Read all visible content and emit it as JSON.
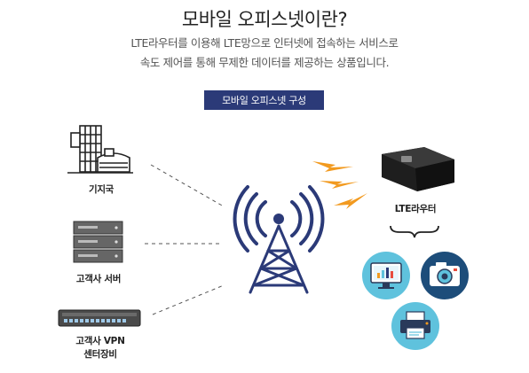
{
  "title": "모바일 오피스넷이란?",
  "subtitle": {
    "line1": "LTE라우터를 이용해 LTE망으로 인터넷에 접속하는 서비스로",
    "line2": "속도 제어를 통해 무제한 데이터를 제공하는 상품입니다."
  },
  "badge": "모바일 오피스넷 구성",
  "nodes": {
    "base_station": "기지국",
    "customer_server": "고객사 서버",
    "vpn_line1": "고객사 VPN",
    "vpn_line2": "센터장비",
    "lte_router": "LTE라우터"
  },
  "icons": {
    "base_station": "building-icon",
    "customer_server": "server-icon",
    "vpn": "network-switch-icon",
    "tower": "cell-tower-icon",
    "router": "lte-router-icon",
    "monitor": "monitor-icon",
    "camera": "camera-icon",
    "printer": "printer-icon"
  },
  "colors": {
    "badge": "#2b3a78",
    "tower": "#2b3a78",
    "signal": "#f29a1f",
    "device_circle_light": "#5fc2dd",
    "device_circle_dark": "#1d4d7a"
  }
}
